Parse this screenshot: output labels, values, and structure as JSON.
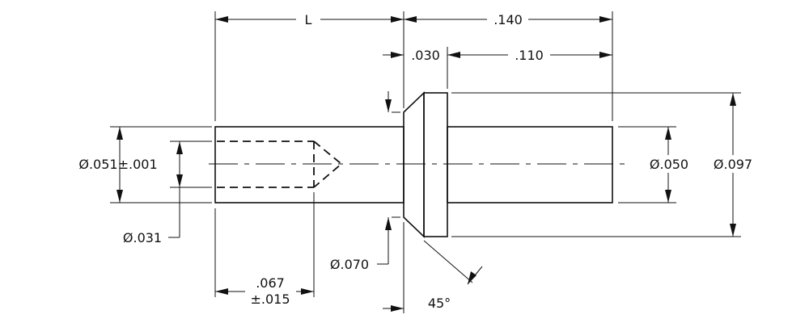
{
  "labels": {
    "length": "L",
    "overall_right": ".140",
    "head_thickness": ".030",
    "shank_length": ".110",
    "pin_diameter": "Ø.051±.001",
    "hole_diameter": "Ø.031",
    "chamfer_diameter": "Ø.070",
    "hole_depth_top": ".067",
    "hole_depth_bottom": "±.015",
    "shank_diameter": "Ø.050",
    "head_diameter": "Ø.097",
    "chamfer_angle": "45°"
  }
}
